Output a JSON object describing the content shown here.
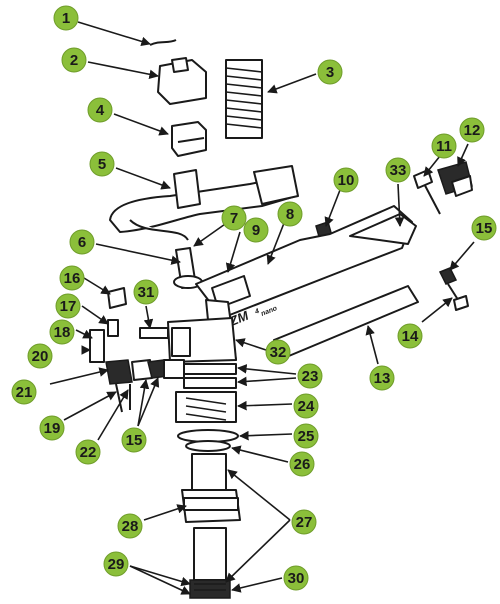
{
  "diagram": {
    "brand_text": "ZM",
    "brand_superscript": "4",
    "brand_suffix": "nano",
    "callouts": [
      "1",
      "2",
      "3",
      "4",
      "5",
      "6",
      "7",
      "8",
      "9",
      "10",
      "11",
      "12",
      "13",
      "14",
      "15",
      "15",
      "16",
      "17",
      "18",
      "19",
      "20",
      "21",
      "22",
      "23",
      "24",
      "25",
      "26",
      "27",
      "28",
      "29",
      "30",
      "31",
      "32",
      "33"
    ],
    "colors": {
      "callout_fill": "#8bbf3a",
      "line": "#1a1a1a"
    }
  }
}
